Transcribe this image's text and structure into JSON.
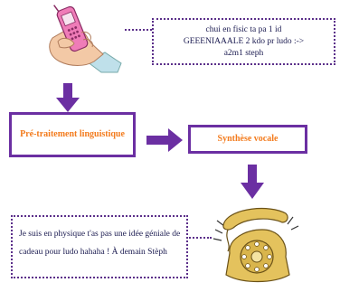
{
  "sms": {
    "text": "chui en fisic ta pa 1 id\nGEEENIAAALE 2 kdo pr ludo :->\na2m1 steph",
    "icon": "hand-holding-phone-icon"
  },
  "steps": [
    {
      "label": "Pré-traitement linguistique"
    },
    {
      "label": "Synthèse vocale"
    }
  ],
  "result": {
    "text": "Je suis en physique t'as pas une idée géniale de cadeau pour ludo hahaha ! À demain Stèph",
    "icon": "telephone-icon"
  },
  "colors": {
    "border": "#6b2fa2",
    "arrow": "#6b2fa2",
    "label": "#f37b1d",
    "text": "#1a1a50"
  }
}
